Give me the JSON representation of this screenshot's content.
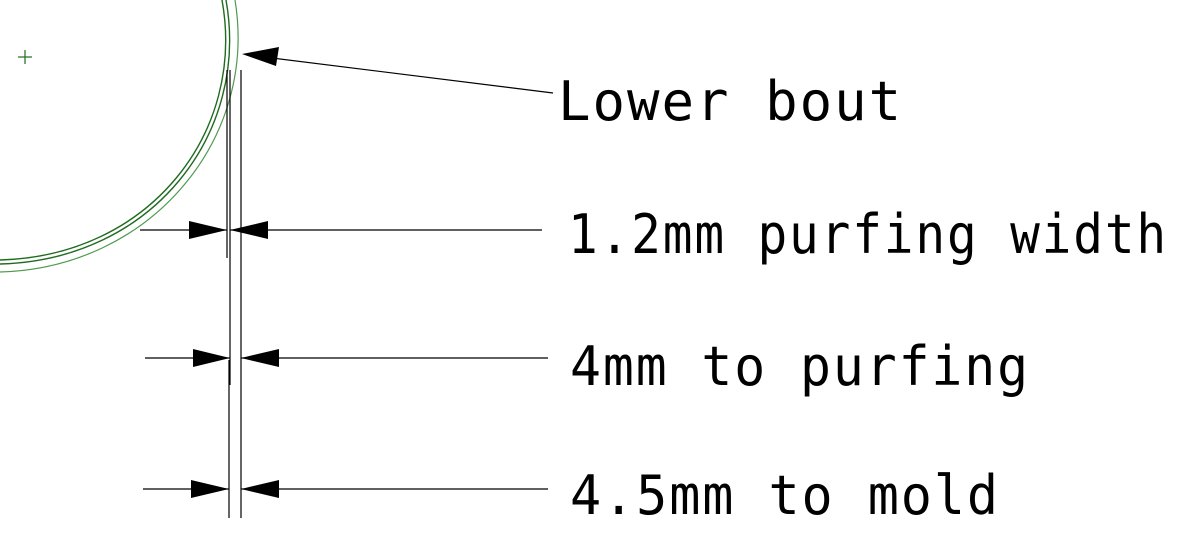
{
  "labels": {
    "lower_bout": "Lower bout",
    "purfling_width": "1.2mm purfing width",
    "to_purfling": "4mm to purfing",
    "to_mold": "4.5mm to mold"
  },
  "colors": {
    "outline_green": "#1f6b1f",
    "outline_light_green": "#4f9a4f",
    "ink": "#000000"
  },
  "icons": {
    "center_mark": "plus-crosshair",
    "arrowhead": "filled-triangle"
  }
}
